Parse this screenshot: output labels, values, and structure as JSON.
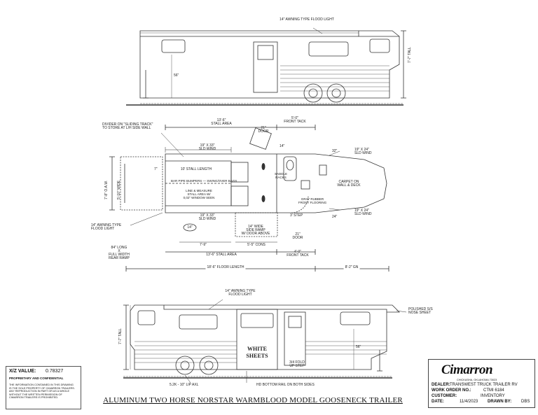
{
  "drawing": {
    "title": "ALUMINUM TWO HORSE NORSTAR WARMBLOOD MODEL GOOSENECK TRAILER",
    "top_view": {
      "awning_light": "14\" AWNING TYPE FLOOD LIGHT",
      "height": "7'-7\" TALL",
      "dim_56": "56\""
    },
    "plan_view": {
      "stall_area": "13'-6\"\nSTALL AREA",
      "front_tack": "5'-0\"\nFRONT TACK",
      "divider_note": "DIVIDER ON \"SLIDING TRACK\"\nTO STORE AT L/H SIDE WALL",
      "bld_wind_top": "19\" X 33\"\nSLD WIND",
      "stall_length": "10' STALL LENGTH",
      "width_label": "5'-10\" WIDE",
      "oa_width": "7'-8\" O.A.W.",
      "dim_7": "7\"",
      "hay_note": "BAR PIPE BUMPERS — SWING/OVER BAGS",
      "line_note": "LINE & MEASURE\nSTALL AREA W/\n0,02\" WINDOW SEEN",
      "bld_wind_bottom": "19\" X 33\"\nSLD WIND",
      "dim_14": "14\"",
      "side_ramp": "14\" WIDE\nSIDE RAMP\nW/ DOOR ABOVE",
      "dim_55": "5'-5\" CONS",
      "dim_79": "7'-9\"",
      "stall_area_bottom": "13'-6\" STALL AREA",
      "awning_light_left": "14\" AWNING TYPE\nFLOOD LIGHT",
      "rear_ramp": "84\" LONG\nX\nFULL WIDTH\nREAR RAMP",
      "saddle_racks": "SADDLE\nRACKS",
      "carpet": "CARPET ON\nWALL & DECK",
      "gooseneck_wind_top": "19\" X 24\"\nSLD WIND",
      "gooseneck_wind_bottom": "19\" X 24\"\nSLD WIND",
      "dim_32": "32\"",
      "dim_24": "24\"",
      "rubber": "GRAY RUBBER\nFRONT FLOORING",
      "step": "3' STEP",
      "door": "21\"\nDOOR",
      "front_tack_bottom": "4'-0\"\nFRONT TACK",
      "floor_length": "18'-6\" FLOOR LENGTH",
      "gn": "8'-2\" GN",
      "door_top": "21\"\nDOOR",
      "dim_14b": "14\""
    },
    "side_view": {
      "awning_light": "14\" AWNING TYPE\nFLOOD LIGHT",
      "polished": "POLISHED S/S\nNOSE SHEET",
      "height": "7'-7\" TALL",
      "white_sheets": "WHITE\nSHEETS",
      "dim_56": "56\"",
      "flip_step": "3/4 FOLD\nUP STEP",
      "axles": "5.2K - 10\" LIP AXL",
      "bottom_rail": "HD BOTTOM RAIL ON BOTH SIDES"
    }
  },
  "xz_box": {
    "label": "X/Z VALUE:",
    "value": "0.78327",
    "header": "PROPRIETARY AND CONFIDENTIAL",
    "note": "THE INFORMATION CONTAINED IN THIS DRAWING IS THE SOLE PROPERTY OF CIMARRON TRAILERS. ANY REPRODUCTION IN PART OR AS A WHOLE WITHOUT THE WRITTEN PERMISSION OF CIMARRON TRAILERS IS PROHIBITED."
  },
  "title_block": {
    "logo": "Cimarron",
    "address": "CHICKASHA, OKLAHOMA 73023",
    "dealer_label": "DEALER:",
    "dealer": "TRANSWEST TRUCK TRAILER RV",
    "work_order_label": "WORK ORDER NO.:",
    "work_order": "CTMI 6184",
    "customer_label": "CUSTOMER:",
    "customer": "INVENTORY",
    "date_label": "DATE:",
    "date": "11/4/2023",
    "drawn_by_label": "DRAWN BY:",
    "drawn_by": "DBS"
  }
}
